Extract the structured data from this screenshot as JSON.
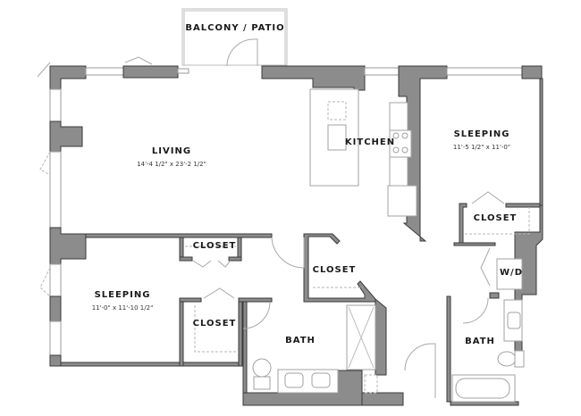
{
  "plan": {
    "rooms": [
      {
        "id": "balcony",
        "name": "BALCONY / PATIO",
        "dimensions": ""
      },
      {
        "id": "living",
        "name": "LIVING",
        "dimensions": "14'-4 1/2\" x 23'-2 1/2\""
      },
      {
        "id": "kitchen",
        "name": "KITCHEN",
        "dimensions": ""
      },
      {
        "id": "sleeping_1",
        "name": "SLEEPING",
        "dimensions": "11'-5 1/2\" x 11'-0\""
      },
      {
        "id": "sleeping_2",
        "name": "SLEEPING",
        "dimensions": "11'-0\" x 11'-10 1/2\""
      },
      {
        "id": "closet_1",
        "name": "CLOSET",
        "dimensions": ""
      },
      {
        "id": "closet_2",
        "name": "CLOSET",
        "dimensions": ""
      },
      {
        "id": "closet_3",
        "name": "CLOSET",
        "dimensions": ""
      },
      {
        "id": "closet_4",
        "name": "CLOSET",
        "dimensions": ""
      },
      {
        "id": "bath_1",
        "name": "BATH",
        "dimensions": ""
      },
      {
        "id": "bath_2",
        "name": "BATH",
        "dimensions": ""
      },
      {
        "id": "laundry",
        "name": "W/D",
        "dimensions": ""
      }
    ]
  },
  "colors": {
    "wall": "#8c8c8c",
    "wall_outline": "#3a3a3a",
    "background": "#ffffff",
    "fixture": "#a0a0a0"
  }
}
